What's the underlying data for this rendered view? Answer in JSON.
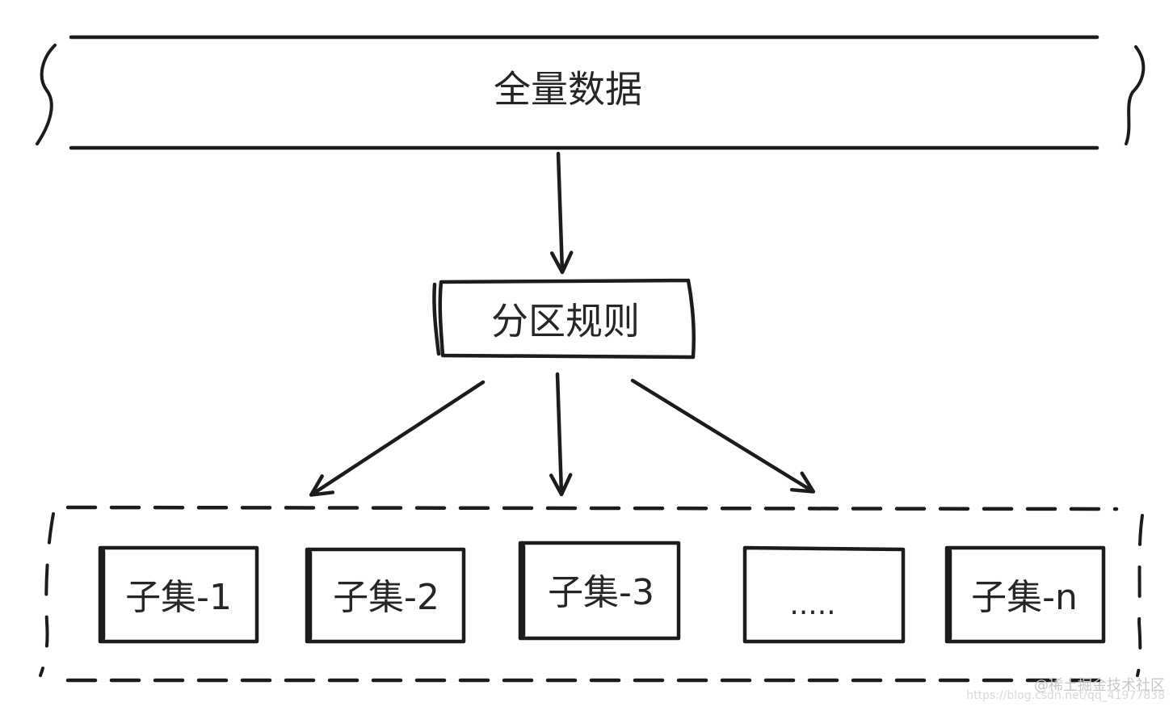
{
  "diagram": {
    "source_label": "全量数据",
    "rule_label": "分区规则",
    "subsets": [
      "子集-1",
      "子集-2",
      "子集-3",
      ".....",
      "子集-n"
    ]
  },
  "watermark": {
    "line1": "@稀土掘金技术社区",
    "line2": "https://blog.csdn.net/qq_41977838"
  },
  "colors": {
    "ink": "#1c1c1c",
    "background": "#ffffff",
    "watermark": "#c9c9c9"
  }
}
